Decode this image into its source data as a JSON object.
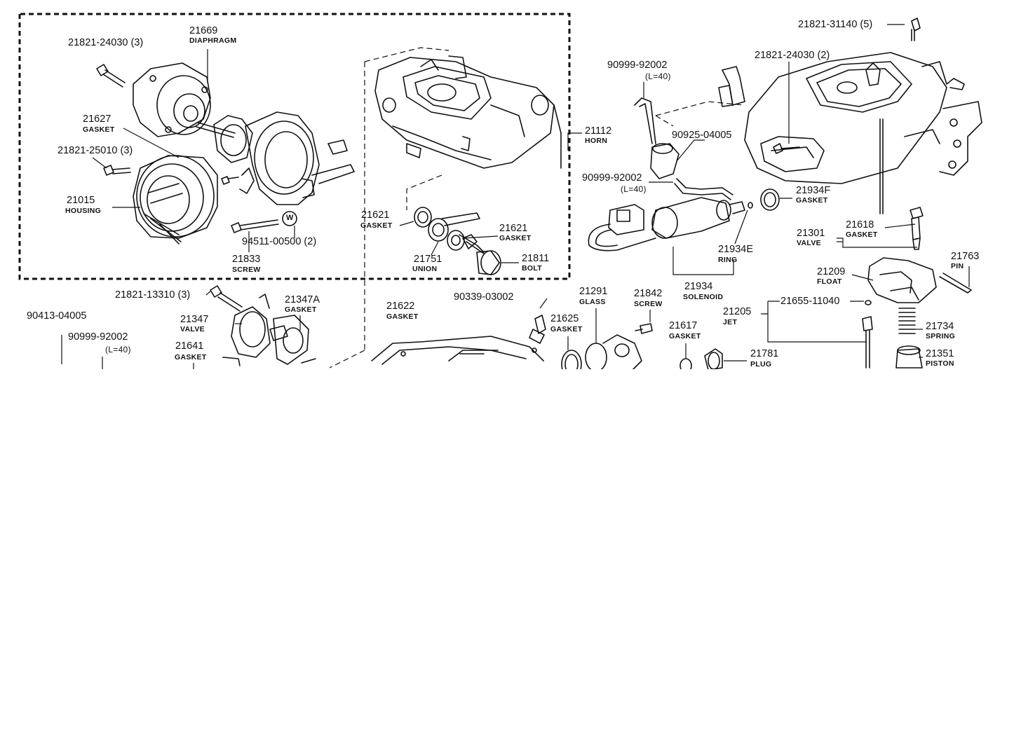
{
  "labels": {
    "p_21821_24030_3": "21821-24030 (3)",
    "p_21669": "21669",
    "p_21669_name": "DIAPHRAGM",
    "p_21627": "21627",
    "p_21627_name": "GASKET",
    "p_21821_25010_3": "21821-25010 (3)",
    "p_21015": "21015",
    "p_21015_name": "HOUSING",
    "p_21833": "21833",
    "p_21833_name": "SCREW",
    "p_94511": "94511-00500 (2)",
    "washer_mark": "W",
    "p_21112": "21112",
    "p_21112_name": "HORN",
    "p_21621a": "21621",
    "p_21621a_name": "GASKET",
    "p_21621b": "21621",
    "p_21621b_name": "GASKET",
    "p_21751": "21751",
    "p_21751_name": "UNION",
    "p_21811": "21811",
    "p_21811_name": "BOLT",
    "p_21821_31140_5": "21821-31140 (5)",
    "p_21821_24030_2": "21821-24030 (2)",
    "p_90999_92002_a": "90999-92002",
    "p_l40_a": "(L=40)",
    "p_90925": "90925-04005",
    "p_90999_92002_b": "90999-92002",
    "p_l40_b": "(L=40)",
    "p_21934F": "21934F",
    "p_21934F_name": "GASKET",
    "p_21618": "21618",
    "p_21618_name": "GASKET",
    "p_21301": "21301",
    "p_21301_name": "VALVE",
    "p_21934E": "21934E",
    "p_21934E_name": "RING",
    "p_21934": "21934",
    "p_21934_name": "SOLENOID",
    "p_21763": "21763",
    "p_21763_name": "PIN",
    "p_21209": "21209",
    "p_21209_name": "FLOAT",
    "p_21821_13310_3": "21821-13310 (3)",
    "p_21347A": "21347A",
    "p_21347A_name": "GASKET",
    "p_21347": "21347",
    "p_21347_name": "VALVE",
    "p_21641": "21641",
    "p_21641_name": "GASKET",
    "p_90413": "90413-04005",
    "p_90999_92002_c": "90999-92002",
    "p_l40_c": "(L=40)",
    "p_21622": "21622",
    "p_21622_name": "GASKET",
    "p_90339": "90339-03002",
    "p_21625": "21625",
    "p_21625_name": "GASKET",
    "p_21291": "21291",
    "p_21291_name": "GLASS",
    "p_21842": "21842",
    "p_21842_name": "SCREW",
    "p_21617": "21617",
    "p_21617_name": "GASKET",
    "p_21205": "21205",
    "p_21205_name": "JET",
    "p_21655": "21655-11040",
    "p_21781": "21781",
    "p_21781_name": "PLUG",
    "p_21734": "21734",
    "p_21734_name": "SPRING",
    "p_21351": "21351",
    "p_21351_name": "PISTON"
  }
}
